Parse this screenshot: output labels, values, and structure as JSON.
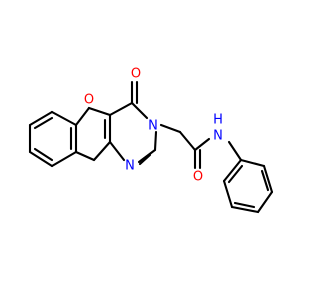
{
  "molecule": {
    "atoms": {
      "o_carbonyl_top": "O",
      "o_furan": "O",
      "n_ring_3": "N",
      "n_ring_1": "N",
      "o_amide": "O",
      "n_amide": "N",
      "h_amide": "H"
    }
  },
  "colors": {
    "bond": "#000000",
    "oxygen": "#ff0000",
    "nitrogen": "#0000ff"
  }
}
